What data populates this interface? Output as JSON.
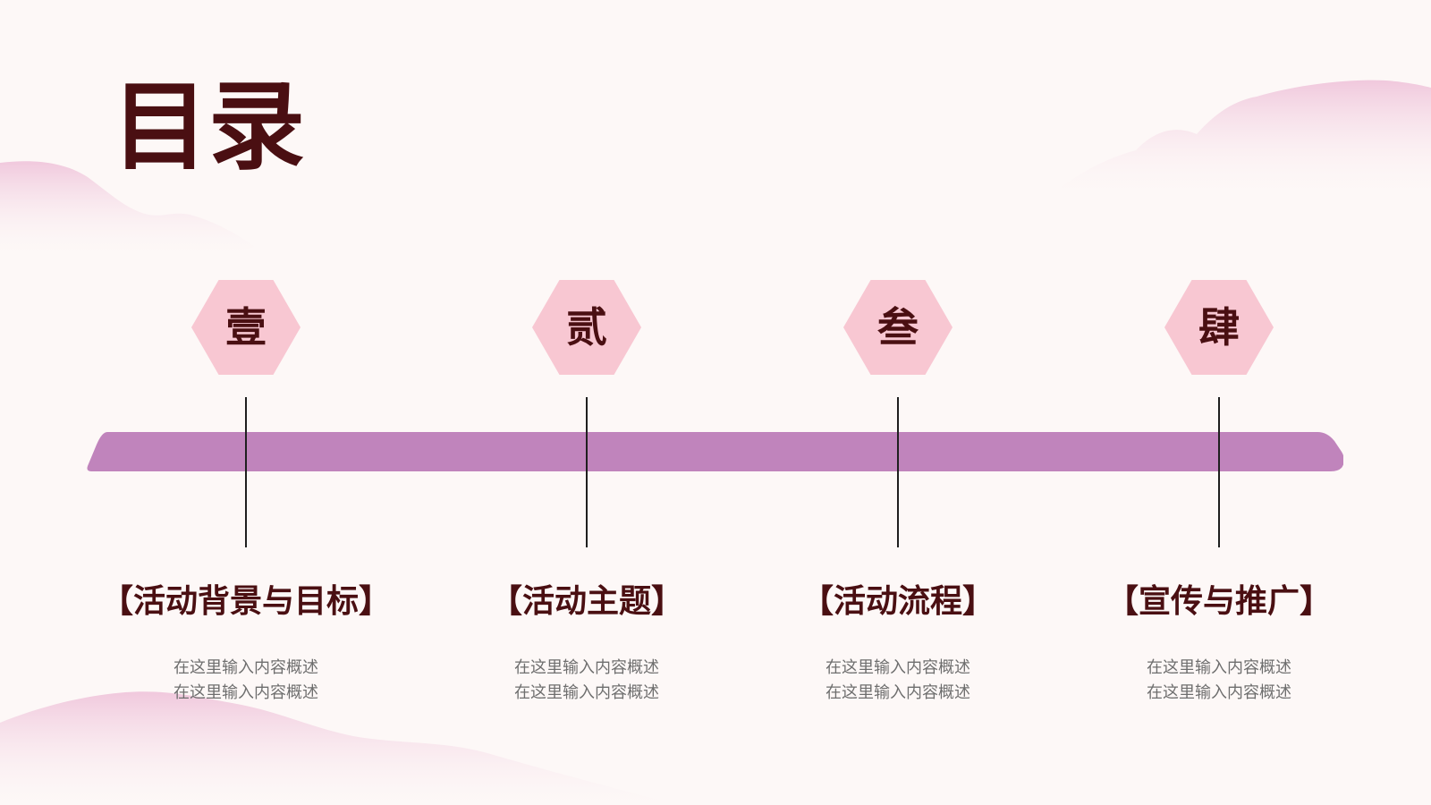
{
  "title": "目录",
  "items": [
    {
      "numeral": "壹",
      "heading": "【活动背景与目标】",
      "desc_line1": "在这里输入内容概述",
      "desc_line2": "在这里输入内容概述"
    },
    {
      "numeral": "贰",
      "heading": "【活动主题】",
      "desc_line1": "在这里输入内容概述",
      "desc_line2": "在这里输入内容概述"
    },
    {
      "numeral": "叁",
      "heading": "【活动流程】",
      "desc_line1": "在这里输入内容概述",
      "desc_line2": "在这里输入内容概述"
    },
    {
      "numeral": "肆",
      "heading": "【宣传与推广】",
      "desc_line1": "在这里输入内容概述",
      "desc_line2": "在这里输入内容概述"
    }
  ],
  "colors": {
    "background": "#fdf8f7",
    "title": "#4a0f12",
    "hexagon": "#f8c7d2",
    "timeline": "#c084bc",
    "cloud": "#efc3da",
    "description": "#6e6e6e"
  }
}
